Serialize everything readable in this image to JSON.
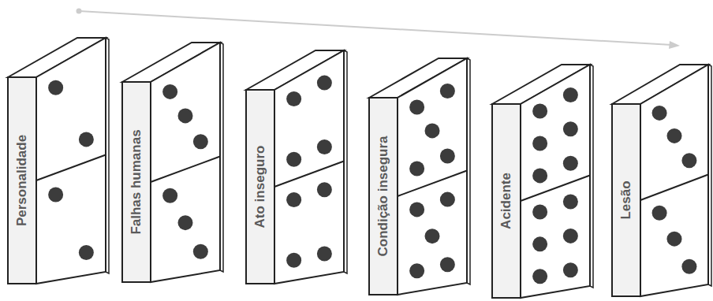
{
  "diagram": {
    "nodes": [
      {
        "text": [
          "Personalidade"
        ]
      },
      {
        "text": [
          "Falhas humanas"
        ]
      },
      {
        "text": [
          "Ato inseguro"
        ]
      },
      {
        "text": [
          "Condição insegura"
        ]
      },
      {
        "text": [
          "Acidente"
        ]
      },
      {
        "text": [
          "Lesão"
        ]
      }
    ]
  }
}
